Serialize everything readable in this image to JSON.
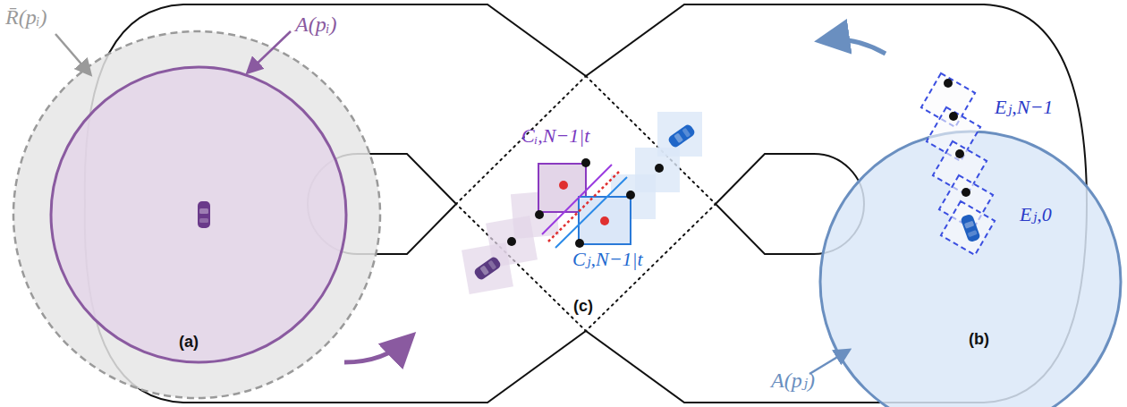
{
  "diagram": {
    "labels": [
      "R̄(pᵢ)",
      "A(pᵢ)",
      "(a)",
      "Cᵢ,N−1|t",
      "Cⱼ,N−1|t",
      "(c)",
      "Eⱼ,N−1",
      "Eⱼ,0",
      "A(pⱼ)",
      "(b)"
    ]
  }
}
